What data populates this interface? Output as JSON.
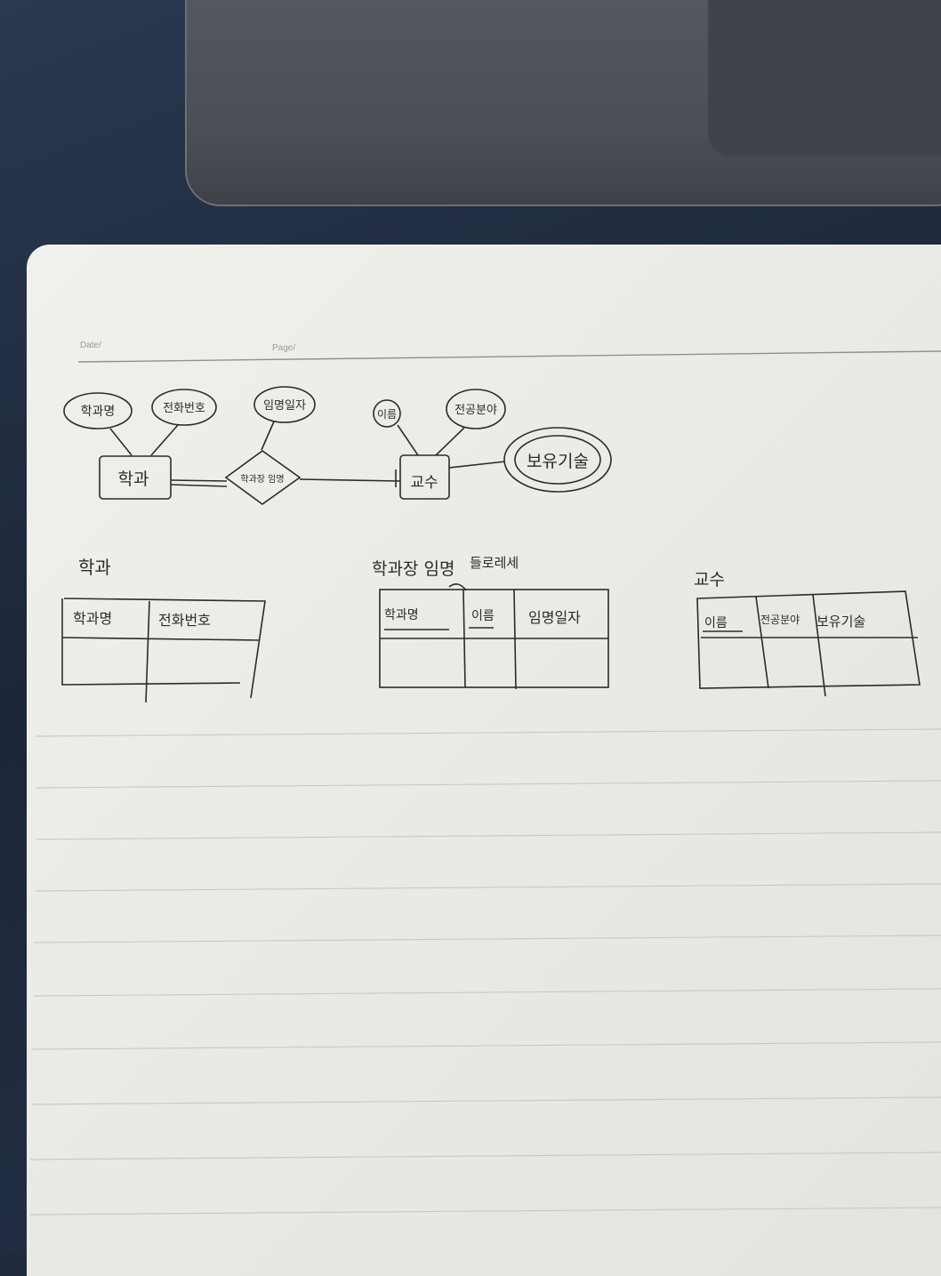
{
  "header": {
    "date_label": "Date/",
    "page_label": "Page/"
  },
  "er_diagram": {
    "entity_department": "학과",
    "entity_professor": "교수",
    "relationship": "학과장 임명",
    "attr_dept_name": "학과명",
    "attr_phone": "전화번호",
    "attr_appoint_date": "임명일자",
    "attr_name": "이름",
    "attr_major": "전공분야",
    "attr_skill": "보유기술"
  },
  "tables": {
    "department": {
      "title": "학과",
      "columns": [
        "학과명",
        "전화번호"
      ]
    },
    "appointment": {
      "title": "학과장 임명",
      "note": "들로레세",
      "columns": [
        "학과명",
        "이름",
        "임명일자"
      ]
    },
    "professor": {
      "title": "교수",
      "columns": [
        "이름",
        "전공분야",
        "보유기술"
      ]
    }
  },
  "colors": {
    "ink": "#2b2b2b",
    "paper": "#efeeea",
    "rule": "#c9cbcc"
  }
}
